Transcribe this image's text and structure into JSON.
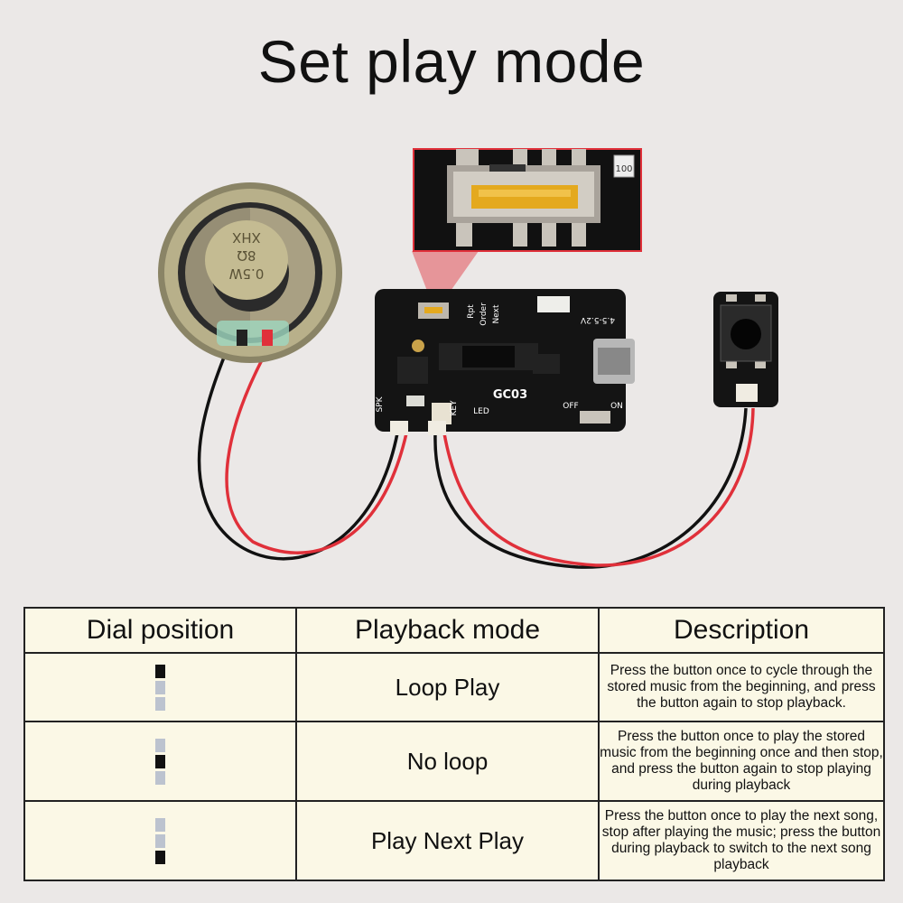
{
  "title": "Set play mode",
  "board": {
    "slider_labels": [
      "Rpt",
      "Order",
      "Next"
    ],
    "voltage": "4.5-5.2V",
    "model": "GC03",
    "spk": "SPK",
    "key": "KEY",
    "led": "LED",
    "off": "OFF",
    "on": "ON"
  },
  "speaker": {
    "lines": [
      "0.5W",
      "8Ω",
      "XHX"
    ]
  },
  "chip_marking": "100",
  "table": {
    "headers": [
      "Dial position",
      "Playback mode",
      "Description"
    ],
    "rows": [
      {
        "dial_active": 0,
        "mode": "Loop Play",
        "description": "Press the button once to cycle through the stored music from the beginning, and press the button again to stop playback."
      },
      {
        "dial_active": 1,
        "mode": "No loop",
        "description": "Press the button once to play the stored music from the beginning once and then stop, and press the button again to stop playing during playback"
      },
      {
        "dial_active": 2,
        "mode": "Play Next Play",
        "description": "Press the button once to play the next song, stop after playing the music; press the button during playback to switch to the next song playback"
      }
    ]
  },
  "colors": {
    "background": "#ebe8e7",
    "table_fill": "#fbf8e6",
    "dial_active": "#111111",
    "dial_inactive": "#bcc3cf",
    "zoom_box": "#e0303a",
    "wire_red": "#e0303a",
    "wire_black": "#111111"
  }
}
